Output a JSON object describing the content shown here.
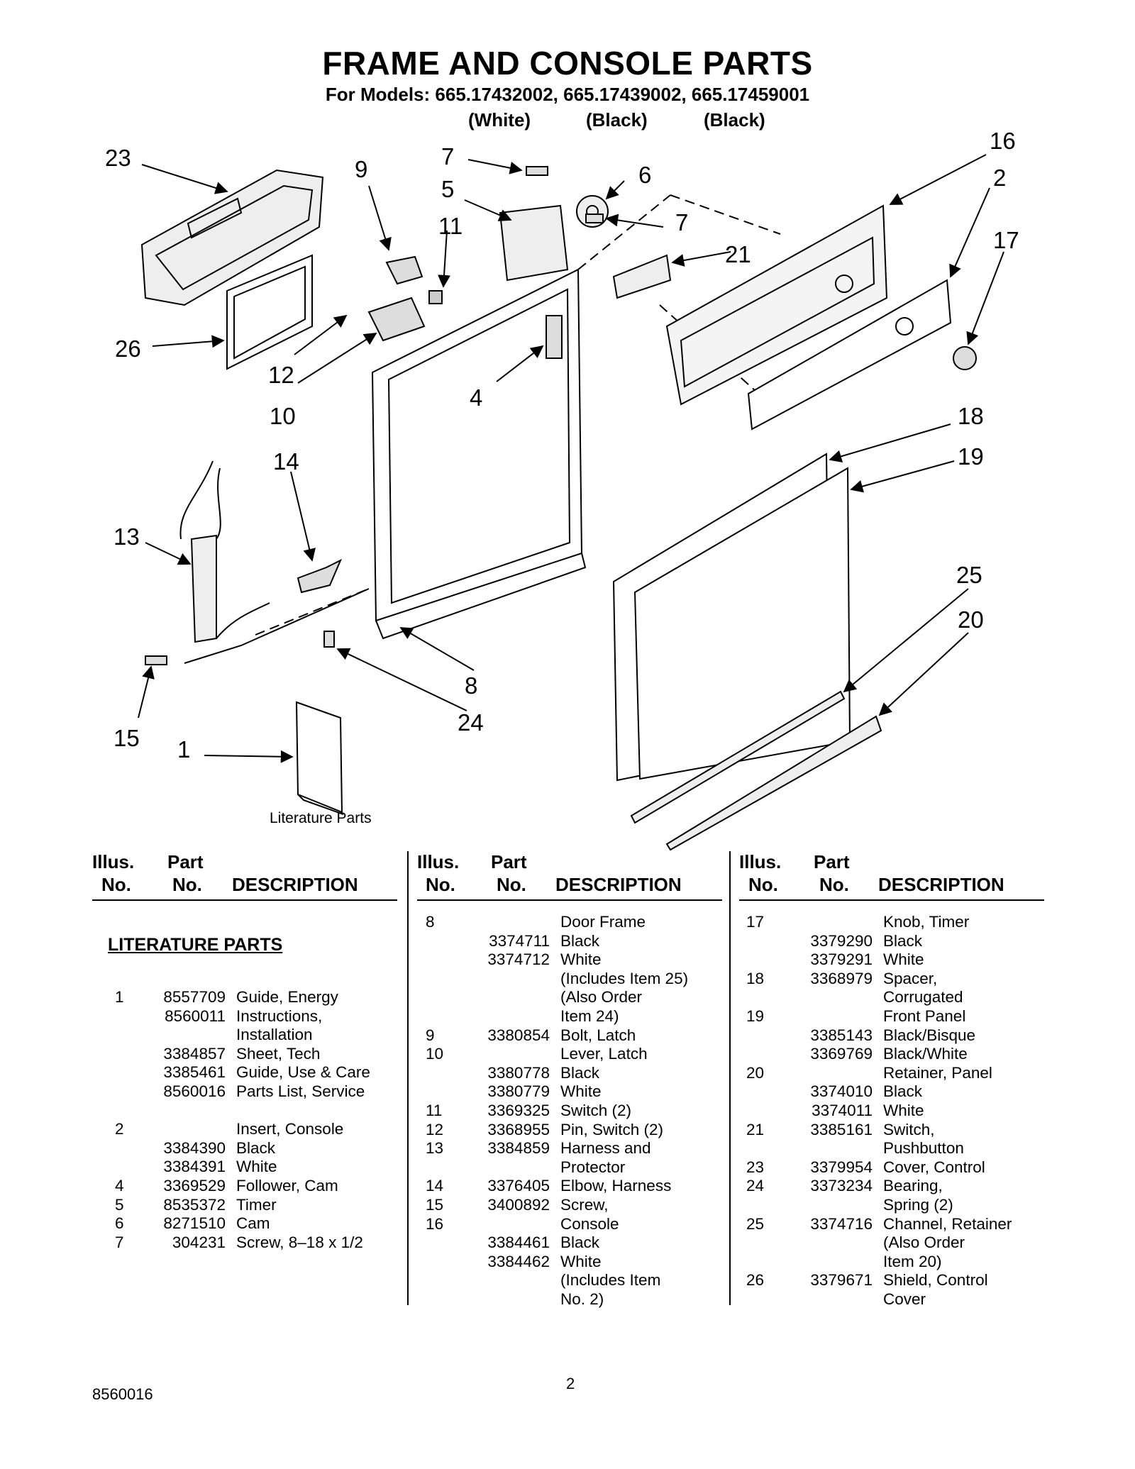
{
  "header": {
    "title": "FRAME AND CONSOLE PARTS",
    "models": "For Models: 665.17432002, 665.17439002, 665.17459001",
    "colors": [
      "(White)",
      "(Black)",
      "(Black)"
    ]
  },
  "diagram": {
    "callouts": [
      "23",
      "9",
      "7",
      "5",
      "11",
      "6",
      "16",
      "2",
      "7",
      "21",
      "17",
      "26",
      "12",
      "10",
      "4",
      "18",
      "19",
      "14",
      "13",
      "25",
      "20",
      "8",
      "15",
      "1",
      "24"
    ],
    "literature_label": "Literature Parts"
  },
  "table": {
    "headers": {
      "illus_line1": "Illus.",
      "illus_line2": "No.",
      "part_line1": "Part",
      "part_line2": "No.",
      "description": "DESCRIPTION"
    },
    "literature_heading": "LITERATURE PARTS",
    "col1": [
      {
        "illus": "1",
        "part": "8557709",
        "desc": "Guide, Energy"
      },
      {
        "illus": "",
        "part": "8560011",
        "desc": "Instructions,"
      },
      {
        "illus": "",
        "part": "",
        "desc": "Installation"
      },
      {
        "illus": "",
        "part": "3384857",
        "desc": "Sheet, Tech"
      },
      {
        "illus": "",
        "part": "3385461",
        "desc": "Guide, Use & Care"
      },
      {
        "illus": "",
        "part": "8560016",
        "desc": "Parts List, Service"
      },
      {
        "illus": "",
        "part": "",
        "desc": ""
      },
      {
        "illus": "2",
        "part": "",
        "desc": "Insert, Console"
      },
      {
        "illus": "",
        "part": "3384390",
        "desc": "Black"
      },
      {
        "illus": "",
        "part": "3384391",
        "desc": "White"
      },
      {
        "illus": "4",
        "part": "3369529",
        "desc": "Follower, Cam"
      },
      {
        "illus": "5",
        "part": "8535372",
        "desc": "Timer"
      },
      {
        "illus": "6",
        "part": "8271510",
        "desc": "Cam"
      },
      {
        "illus": "7",
        "part": "304231",
        "desc": "Screw, 8–18 x 1/2"
      }
    ],
    "col2": [
      {
        "illus": "8",
        "part": "",
        "desc": "Door Frame"
      },
      {
        "illus": "",
        "part": "3374711",
        "desc": "Black"
      },
      {
        "illus": "",
        "part": "3374712",
        "desc": "White"
      },
      {
        "illus": "",
        "part": "",
        "desc": "(Includes Item 25)"
      },
      {
        "illus": "",
        "part": "",
        "desc": "(Also Order"
      },
      {
        "illus": "",
        "part": "",
        "desc": "Item 24)"
      },
      {
        "illus": "9",
        "part": "3380854",
        "desc": "Bolt, Latch"
      },
      {
        "illus": "10",
        "part": "",
        "desc": "Lever, Latch"
      },
      {
        "illus": "",
        "part": "3380778",
        "desc": "Black"
      },
      {
        "illus": "",
        "part": "3380779",
        "desc": "White"
      },
      {
        "illus": "11",
        "part": "3369325",
        "desc": "Switch (2)"
      },
      {
        "illus": "12",
        "part": "3368955",
        "desc": "Pin, Switch (2)"
      },
      {
        "illus": "13",
        "part": "3384859",
        "desc": "Harness and"
      },
      {
        "illus": "",
        "part": "",
        "desc": "Protector"
      },
      {
        "illus": "14",
        "part": "3376405",
        "desc": "Elbow, Harness"
      },
      {
        "illus": "15",
        "part": "3400892",
        "desc": "Screw,"
      },
      {
        "illus": "16",
        "part": "",
        "desc": "Console"
      },
      {
        "illus": "",
        "part": "3384461",
        "desc": "Black"
      },
      {
        "illus": "",
        "part": "3384462",
        "desc": "White"
      },
      {
        "illus": "",
        "part": "",
        "desc": "(Includes Item"
      },
      {
        "illus": "",
        "part": "",
        "desc": "No. 2)"
      }
    ],
    "col3": [
      {
        "illus": "17",
        "part": "",
        "desc": "Knob, Timer"
      },
      {
        "illus": "",
        "part": "3379290",
        "desc": "Black"
      },
      {
        "illus": "",
        "part": "3379291",
        "desc": "White"
      },
      {
        "illus": "18",
        "part": "3368979",
        "desc": "Spacer,"
      },
      {
        "illus": "",
        "part": "",
        "desc": "Corrugated"
      },
      {
        "illus": "19",
        "part": "",
        "desc": "Front Panel"
      },
      {
        "illus": "",
        "part": "3385143",
        "desc": "Black/Bisque"
      },
      {
        "illus": "",
        "part": "3369769",
        "desc": "Black/White"
      },
      {
        "illus": "20",
        "part": "",
        "desc": "Retainer, Panel"
      },
      {
        "illus": "",
        "part": "3374010",
        "desc": "Black"
      },
      {
        "illus": "",
        "part": "3374011",
        "desc": "White"
      },
      {
        "illus": "21",
        "part": "3385161",
        "desc": "Switch,"
      },
      {
        "illus": "",
        "part": "",
        "desc": "Pushbutton"
      },
      {
        "illus": "23",
        "part": "3379954",
        "desc": "Cover, Control"
      },
      {
        "illus": "24",
        "part": "3373234",
        "desc": "Bearing,"
      },
      {
        "illus": "",
        "part": "",
        "desc": "Spring (2)"
      },
      {
        "illus": "25",
        "part": "3374716",
        "desc": "Channel, Retainer"
      },
      {
        "illus": "",
        "part": "",
        "desc": "(Also Order"
      },
      {
        "illus": "",
        "part": "",
        "desc": "Item 20)"
      },
      {
        "illus": "26",
        "part": "3379671",
        "desc": "Shield, Control"
      },
      {
        "illus": "",
        "part": "",
        "desc": "Cover"
      }
    ]
  },
  "footer": {
    "doc_number": "8560016",
    "page": "2"
  }
}
